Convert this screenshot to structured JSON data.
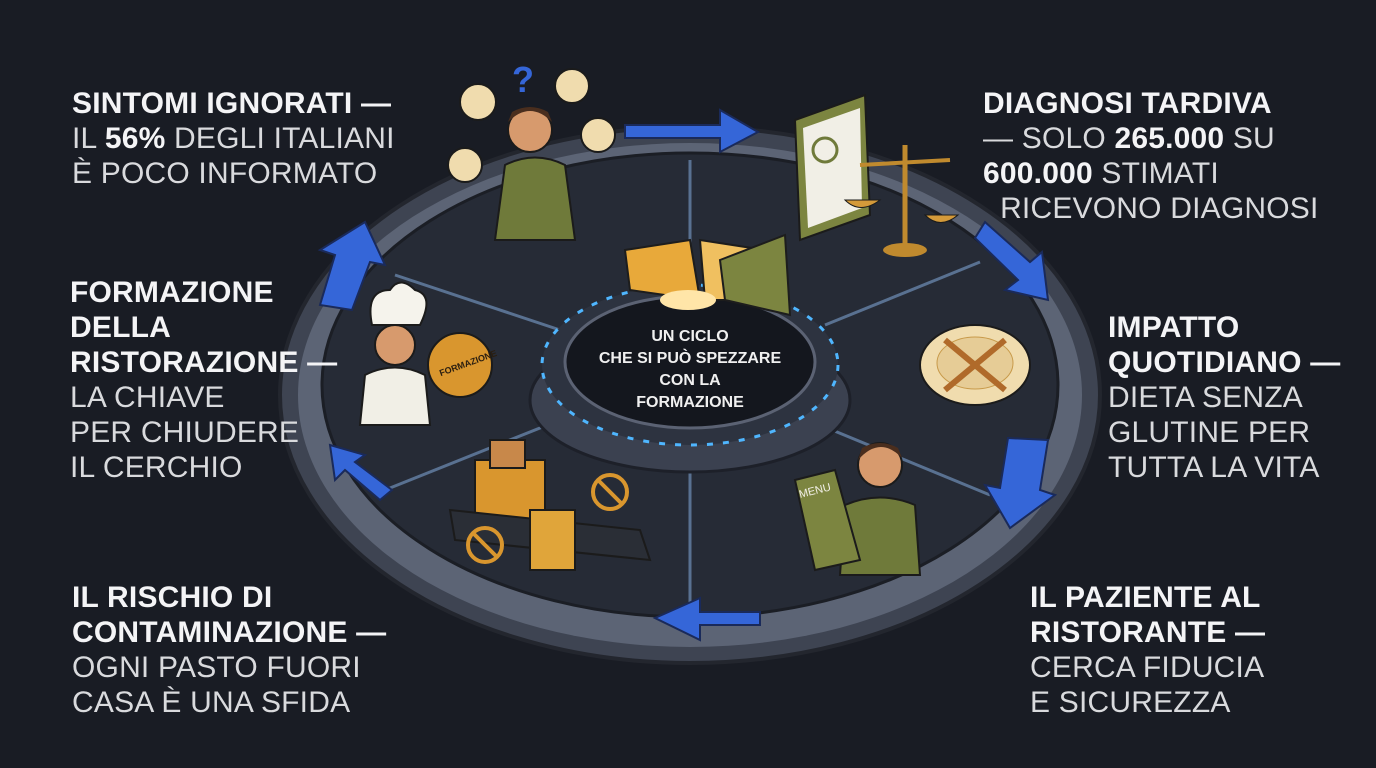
{
  "center": {
    "lines": [
      "UN CICLO",
      "CHE SI PUÒ SPEZZARE",
      "CON LA",
      "FORMAZIONE"
    ]
  },
  "colors": {
    "background": "#191c24",
    "ring": "#5d6577",
    "arrow": "#3566d8",
    "accent": "#e8a93a",
    "olive": "#6f7a3a"
  },
  "labels": [
    {
      "id": "sintomi-ignorati",
      "lines": [
        [
          {
            "t": "SINTOMI IGNORATI —",
            "b": true
          }
        ],
        [
          {
            "t": "IL ",
            "b": false
          },
          {
            "t": "56%",
            "b": true
          },
          {
            "t": " DEGLI ITALIANI",
            "b": false
          }
        ],
        [
          {
            "t": "È POCO INFORMATO",
            "b": false
          }
        ]
      ]
    },
    {
      "id": "diagnosi-tardiva",
      "lines": [
        [
          {
            "t": "DIAGNOSI TARDIVA",
            "b": true
          }
        ],
        [
          {
            "t": "— SOLO ",
            "b": false
          },
          {
            "t": "265.000",
            "b": true
          },
          {
            "t": " SU",
            "b": false
          }
        ],
        [
          {
            "t": "600.000",
            "b": true
          },
          {
            "t": " STIMATI",
            "b": false
          }
        ],
        [
          {
            "t": "  RICEVONO DIAGNOSI",
            "b": false
          }
        ]
      ]
    },
    {
      "id": "impatto-quotidiano",
      "lines": [
        [
          {
            "t": "IMPATTO",
            "b": true
          }
        ],
        [
          {
            "t": "QUOTIDIANO —",
            "b": true
          }
        ],
        [
          {
            "t": "DIETA SENZA",
            "b": false
          }
        ],
        [
          {
            "t": "GLUTINE PER",
            "b": false
          }
        ],
        [
          {
            "t": "TUTTA LA VITA",
            "b": false
          }
        ]
      ]
    },
    {
      "id": "paziente-ristorante",
      "lines": [
        [
          {
            "t": "IL PAZIENTE AL",
            "b": true
          }
        ],
        [
          {
            "t": "RISTORANTE —",
            "b": true
          }
        ],
        [
          {
            "t": "CERCA FIDUCIA",
            "b": false
          }
        ],
        [
          {
            "t": "E SICUREZZA",
            "b": false
          }
        ]
      ]
    },
    {
      "id": "rischio-contaminazione",
      "lines": [
        [
          {
            "t": "IL RISCHIO DI",
            "b": true
          }
        ],
        [
          {
            "t": "CONTAMINAZIONE —",
            "b": true
          }
        ],
        [
          {
            "t": "OGNI PASTO FUORI",
            "b": false
          }
        ],
        [
          {
            "t": "CASA È UNA SFIDA",
            "b": false
          }
        ]
      ]
    },
    {
      "id": "formazione-ristorazione",
      "lines": [
        [
          {
            "t": "FORMAZIONE",
            "b": true
          }
        ],
        [
          {
            "t": "DELLA",
            "b": true
          }
        ],
        [
          {
            "t": "RISTORAZIONE —",
            "b": true
          }
        ],
        [
          {
            "t": "LA CHIAVE",
            "b": false
          }
        ],
        [
          {
            "t": "PER CHIUDERE",
            "b": false
          }
        ],
        [
          {
            "t": "IL CERCHIO",
            "b": false
          }
        ]
      ]
    }
  ],
  "illustrations": {
    "badge_text": "FORMAZIONE",
    "menu_text": "MENU",
    "question_mark": "?"
  }
}
